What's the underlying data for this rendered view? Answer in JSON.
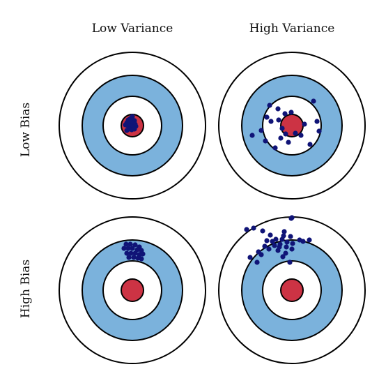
{
  "columns": [
    {
      "label": "Low Variance"
    },
    {
      "label": "High Variance"
    }
  ],
  "rows": [
    {
      "label": "Low Bias"
    },
    {
      "label": "High Bias"
    }
  ],
  "colors": {
    "outer_ring": "#ffffff",
    "blue_ring": "#7bb2dc",
    "inner_ring": "#ffffff",
    "bullseye": "#cc3344",
    "shots": "#101477"
  },
  "targets": [
    {
      "name": "low-bias-low-variance",
      "shots": [
        [
          -6,
          -8
        ],
        [
          -3,
          -10
        ],
        [
          0,
          -9
        ],
        [
          3,
          -7
        ],
        [
          -8,
          -4
        ],
        [
          -4,
          -3
        ],
        [
          0,
          -4
        ],
        [
          4,
          -2
        ],
        [
          -7,
          0
        ],
        [
          -3,
          1
        ],
        [
          1,
          2
        ],
        [
          5,
          1
        ],
        [
          -5,
          5
        ],
        [
          -1,
          6
        ],
        [
          3,
          5
        ],
        [
          -8,
          7
        ],
        [
          0,
          -13
        ],
        [
          -10,
          -1
        ]
      ]
    },
    {
      "name": "low-bias-high-variance",
      "shots": [
        [
          -32,
          -29
        ],
        [
          31,
          -35
        ],
        [
          -20,
          -24
        ],
        [
          -10,
          -17
        ],
        [
          -19,
          -8
        ],
        [
          -14,
          4
        ],
        [
          -9,
          12
        ],
        [
          -16,
          18
        ],
        [
          -57,
          14
        ],
        [
          -44,
          7
        ],
        [
          -38,
          22
        ],
        [
          -36,
          -12
        ],
        [
          -24,
          32
        ],
        [
          -5,
          24
        ],
        [
          5,
          11
        ],
        [
          13,
          14
        ],
        [
          18,
          -2
        ],
        [
          36,
          -6
        ],
        [
          39,
          8
        ],
        [
          26,
          27
        ],
        [
          -1,
          -19
        ],
        [
          -30,
          -6
        ]
      ]
    },
    {
      "name": "high-bias-low-variance",
      "shots": [
        [
          -9,
          -66
        ],
        [
          -3,
          -66
        ],
        [
          4,
          -65
        ],
        [
          10,
          -62
        ],
        [
          -12,
          -60
        ],
        [
          -6,
          -60
        ],
        [
          0,
          -60
        ],
        [
          7,
          -58
        ],
        [
          13,
          -57
        ],
        [
          -8,
          -53
        ],
        [
          -2,
          -53
        ],
        [
          4,
          -53
        ],
        [
          10,
          -51
        ],
        [
          15,
          -52
        ],
        [
          -5,
          -47
        ],
        [
          2,
          -47
        ],
        [
          8,
          -46
        ],
        [
          13,
          -45
        ]
      ]
    },
    {
      "name": "high-bias-high-variance",
      "shots": [
        [
          -55,
          -89
        ],
        [
          -65,
          -87
        ],
        [
          -42,
          -85
        ],
        [
          -31,
          -79
        ],
        [
          -33,
          -59
        ],
        [
          -23,
          -73
        ],
        [
          -25,
          -64
        ],
        [
          -14,
          -73
        ],
        [
          -7,
          -69
        ],
        [
          -2,
          -77
        ],
        [
          -36,
          -71
        ],
        [
          -18,
          -62
        ],
        [
          -44,
          -51
        ],
        [
          -20,
          -57
        ],
        [
          -8,
          -62
        ],
        [
          1,
          -67
        ],
        [
          11,
          -72
        ],
        [
          16,
          -70
        ],
        [
          25,
          -72
        ],
        [
          -1,
          -103
        ],
        [
          -60,
          -47
        ],
        [
          -39,
          -63
        ],
        [
          -13,
          -48
        ],
        [
          -9,
          -53
        ],
        [
          0,
          -59
        ],
        [
          -28,
          -70
        ],
        [
          -17,
          -66
        ],
        [
          -12,
          -78
        ],
        [
          0,
          -104
        ],
        [
          -50,
          -40
        ],
        [
          -48,
          -55
        ],
        [
          -11,
          -84
        ],
        [
          -3,
          -40
        ]
      ]
    }
  ]
}
